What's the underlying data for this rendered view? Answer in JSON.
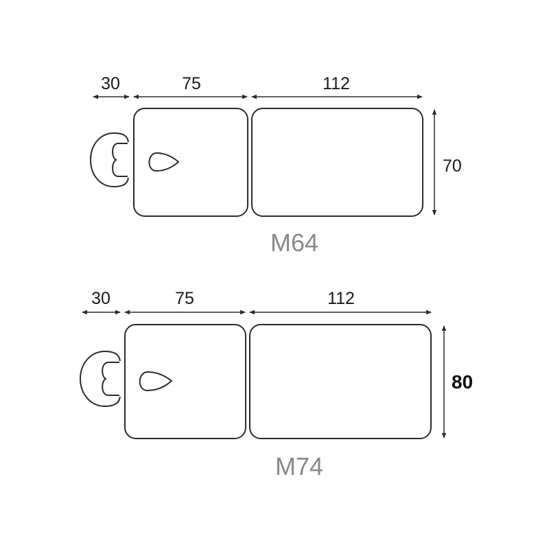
{
  "diagrams": [
    {
      "model": "M64",
      "dims": {
        "headrest": "30",
        "head_section": "75",
        "body_section": "112",
        "width": "70"
      }
    },
    {
      "model": "M74",
      "dims": {
        "headrest": "30",
        "head_section": "75",
        "body_section": "112",
        "width": "80"
      }
    }
  ],
  "colors": {
    "outline": "#2a2a2a",
    "model_label": "#8a8a8a",
    "dimension_text": "#1a1a1a"
  }
}
